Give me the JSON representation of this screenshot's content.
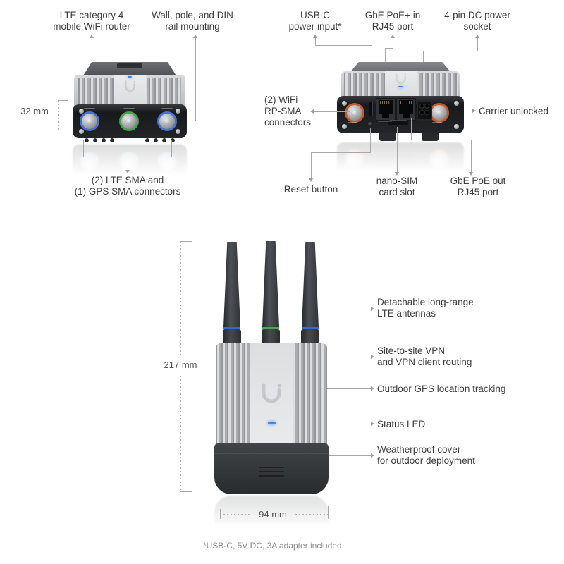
{
  "annotations": {
    "top_left": {
      "router_label": "LTE category 4\nmobile WiFi router",
      "mounting_label": "Wall, pole, and DIN\nrail mounting",
      "height_dimension": "32 mm",
      "sma_label": "(2) LTE SMA and\n(1) GPS SMA connectors"
    },
    "top_right": {
      "usbc_label": "USB-C\npower input*",
      "poe_in_label": "GbE PoE+ in\nRJ45 port",
      "dc_socket_label": "4-pin DC power\nsocket",
      "wifi_sma_label": "(2) WiFi\nRP-SMA\nconnectors",
      "carrier_label": "Carrier unlocked",
      "reset_label": "Reset button",
      "sim_label": "nano-SIM\ncard slot",
      "poe_out_label": "GbE PoE out\nRJ45 port"
    },
    "bottom": {
      "antenna_label": "Detachable long-range\nLTE antennas",
      "vpn_label": "Site-to-site VPN\nand VPN client routing",
      "gps_label": "Outdoor GPS location tracking",
      "led_label": "Status LED",
      "cover_label": "Weatherproof cover\nfor outdoor deployment",
      "height_dimension": "217 mm",
      "width_dimension": "94 mm"
    },
    "footnote": "*USB-C, 5V DC, 3A adapter included."
  },
  "icons": {
    "brand_logo": "ubiquiti-u-logo",
    "status_led": "status-led-indicator"
  },
  "colors": {
    "status_led": "#3d87f0",
    "antenna_band_blue": "#2f6bd9",
    "antenna_band_green": "#3fae49",
    "sma_ring_blue": "#4a71d2",
    "sma_ring_green": "#46a24c",
    "sma_ring_orange": "#c05a2e",
    "callout_line": "#a8a8a8",
    "label_text": "#3e3e3e"
  }
}
